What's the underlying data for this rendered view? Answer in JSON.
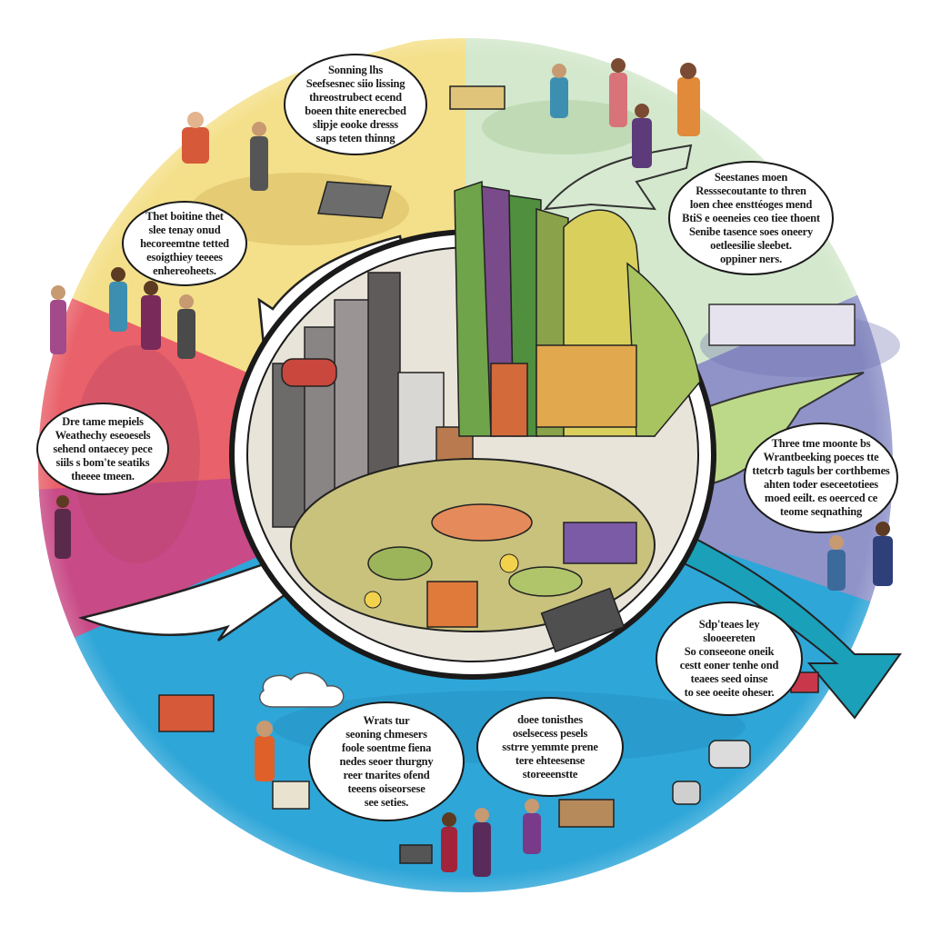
{
  "palette": {
    "segment_top": "#f4e08a",
    "segment_top_right": "#cfe6c8",
    "segment_right": "#8f93c8",
    "segment_bottom": "#2ea6d8",
    "segment_bottom_left": "#c84a86",
    "segment_left": "#e9616a",
    "hub_outline": "#1a1a1a",
    "bubble_fill": "#ffffff"
  },
  "illustration": {
    "subject": "circular-city-economy-cycle",
    "hub_icon": "city-hub-icon",
    "arrow_icon": "cycle-arrow-icon",
    "people_icon": "people-group-icon"
  },
  "callouts": [
    {
      "id": "top",
      "text": "Sonning lhs\nSeefsesnec siio lissing\nthreostrubect ecend\nboeen thite enerecbed\nslipje eooke dresss\nsaps teten thinng"
    },
    {
      "id": "top-left",
      "text": "Thet boitine thet\nslee tenay onud\nhecoreemtne tetted\nesoigthiey teeees\nenhereoheets."
    },
    {
      "id": "top-right",
      "text": "Seestanes moen\nResssecoutante to thren\nloen chee ensttéoges mend\nBtiS e oeeneies ceo tiee thoent\nSenibe tasence soes oneery\noetleesilie sleebet.\noppiner ners."
    },
    {
      "id": "left",
      "text": "Dre tame mepiels\nWeathechy eseoesels\nsehend ontaecey pece\nsiils s bom'te seatiks\ntheeee tmeen."
    },
    {
      "id": "right",
      "text": "Three tme moonte bs\nWrantbeeking poeces tte\nttetcrb taguls ber corthbemes\nahten toder eseceetotiees\nmoed eeilt. es oeerced ce\nteome seqnathing"
    },
    {
      "id": "bottom-right",
      "text": "Sdp'teaes ley\nslooeereten\nSo conseeone oneik\ncestt eoner tenhe ond\nteaees seed oinse\nto see oeeite oheser."
    },
    {
      "id": "bottom-left",
      "text": "Wrats tur\nseoning chmesers\nfoole soentme fiena\nnedes seoer thurgny\nreer tnarites ofend\nteeens oiseorsese\nsee seties."
    },
    {
      "id": "bottom-center",
      "text": "doee tonisthes\noselsecess pesels\nsstrre yemmte prene\ntere ehteesense\nstoreeenstte"
    }
  ]
}
